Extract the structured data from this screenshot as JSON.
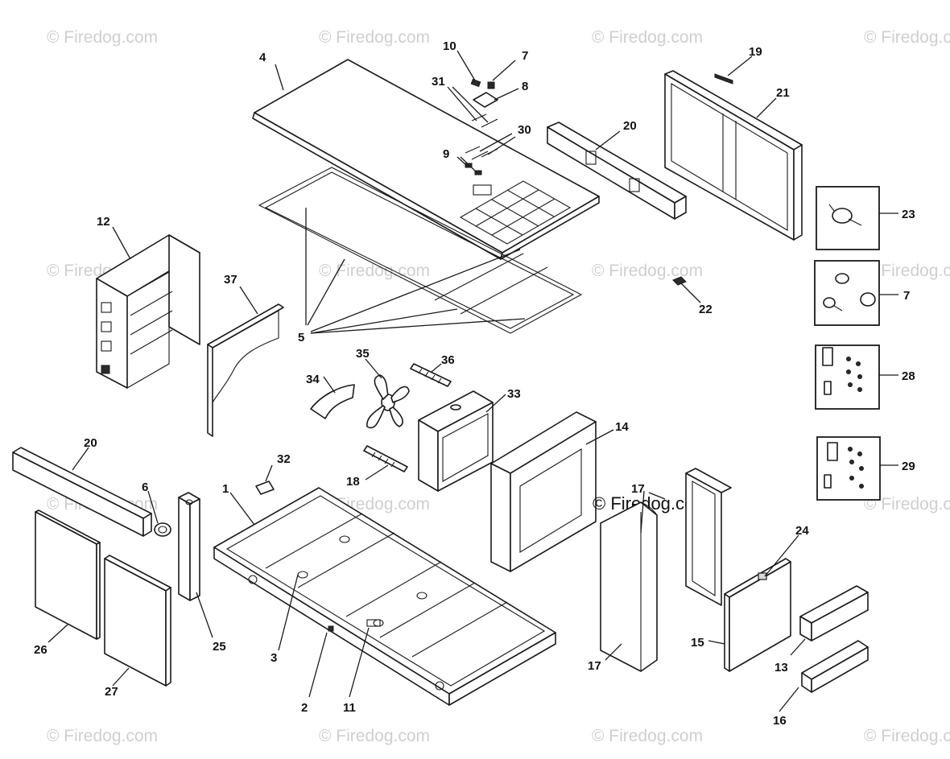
{
  "diagram": {
    "watermark": "© Firedog.com",
    "watermark_main": "© Firedog.com",
    "callouts": {
      "c1": "1",
      "c2": "2",
      "c3": "3",
      "c4": "4",
      "c5": "5",
      "c6": "6",
      "c7a": "7",
      "c7b": "7",
      "c8": "8",
      "c9": "9",
      "c10": "10",
      "c11": "11",
      "c12": "12",
      "c13": "13",
      "c14": "14",
      "c15": "15",
      "c16": "16",
      "c17a": "17",
      "c17b": "17",
      "c18": "18",
      "c19": "19",
      "c20a": "20",
      "c20b": "20",
      "c21": "21",
      "c22": "22",
      "c23": "23",
      "c24": "24",
      "c25": "25",
      "c26": "26",
      "c27": "27",
      "c28": "28",
      "c29": "29",
      "c30": "30",
      "c31": "31",
      "c32": "32",
      "c33": "33",
      "c34": "34",
      "c35": "35",
      "c36": "36",
      "c37": "37"
    }
  }
}
